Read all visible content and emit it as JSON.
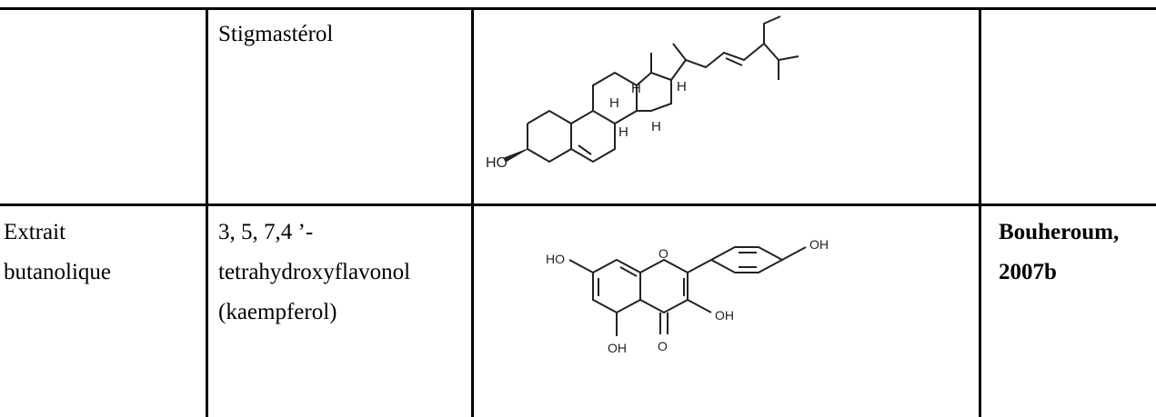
{
  "row1": {
    "compound": "Stigmastérol",
    "structure_labels": {
      "hydroxyl": "HO",
      "h_a": "H",
      "h_b": "H",
      "h_c": "H",
      "h_d": "H",
      "h_e": "H"
    }
  },
  "row2": {
    "extract_line1": "Extrait",
    "extract_line2": "butanolique",
    "compound_line1": "3, 5, 7,4 ’-",
    "compound_line2": "tetrahydroxyflavonol",
    "compound_line3": "(kaempferol)",
    "reference_line1": "Bouheroum,",
    "reference_line2": "2007b",
    "structure_labels": {
      "oh_top": "OH",
      "ho_left": "HO",
      "ring_o": "O",
      "oh_right": "OH",
      "carbonyl_o": "O",
      "oh_bottom": "OH"
    }
  }
}
